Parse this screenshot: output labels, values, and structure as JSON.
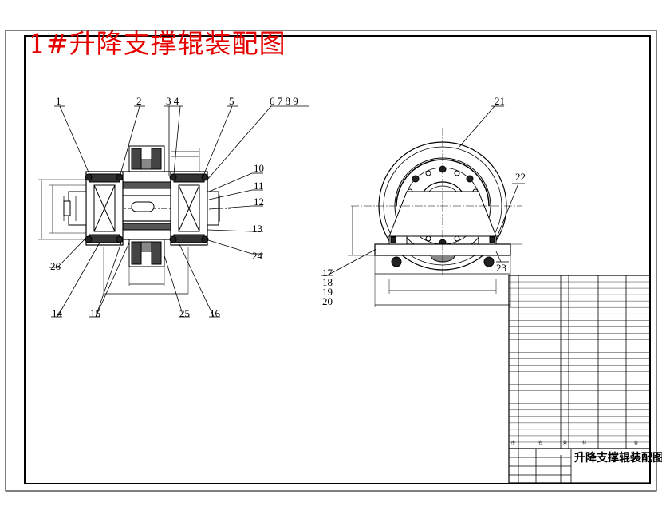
{
  "drawing": {
    "title": "1#升降支撑辊装配图",
    "title_block_name": "升降支撑辊装配图",
    "colors": {
      "title": "#e60000",
      "line": "#000000",
      "paper": "#ffffff"
    }
  },
  "callouts": {
    "left_view": [
      "1",
      "2",
      "3 4",
      "5",
      "6 7 8 9",
      "10",
      "11",
      "12",
      "13",
      "24",
      "26",
      "14",
      "15",
      "25",
      "16"
    ],
    "right_view": [
      "21",
      "22",
      "17",
      "18",
      "19",
      "20",
      "23"
    ]
  },
  "title_block": {
    "headers": [
      "序",
      "名",
      "数",
      "材",
      "备"
    ]
  }
}
